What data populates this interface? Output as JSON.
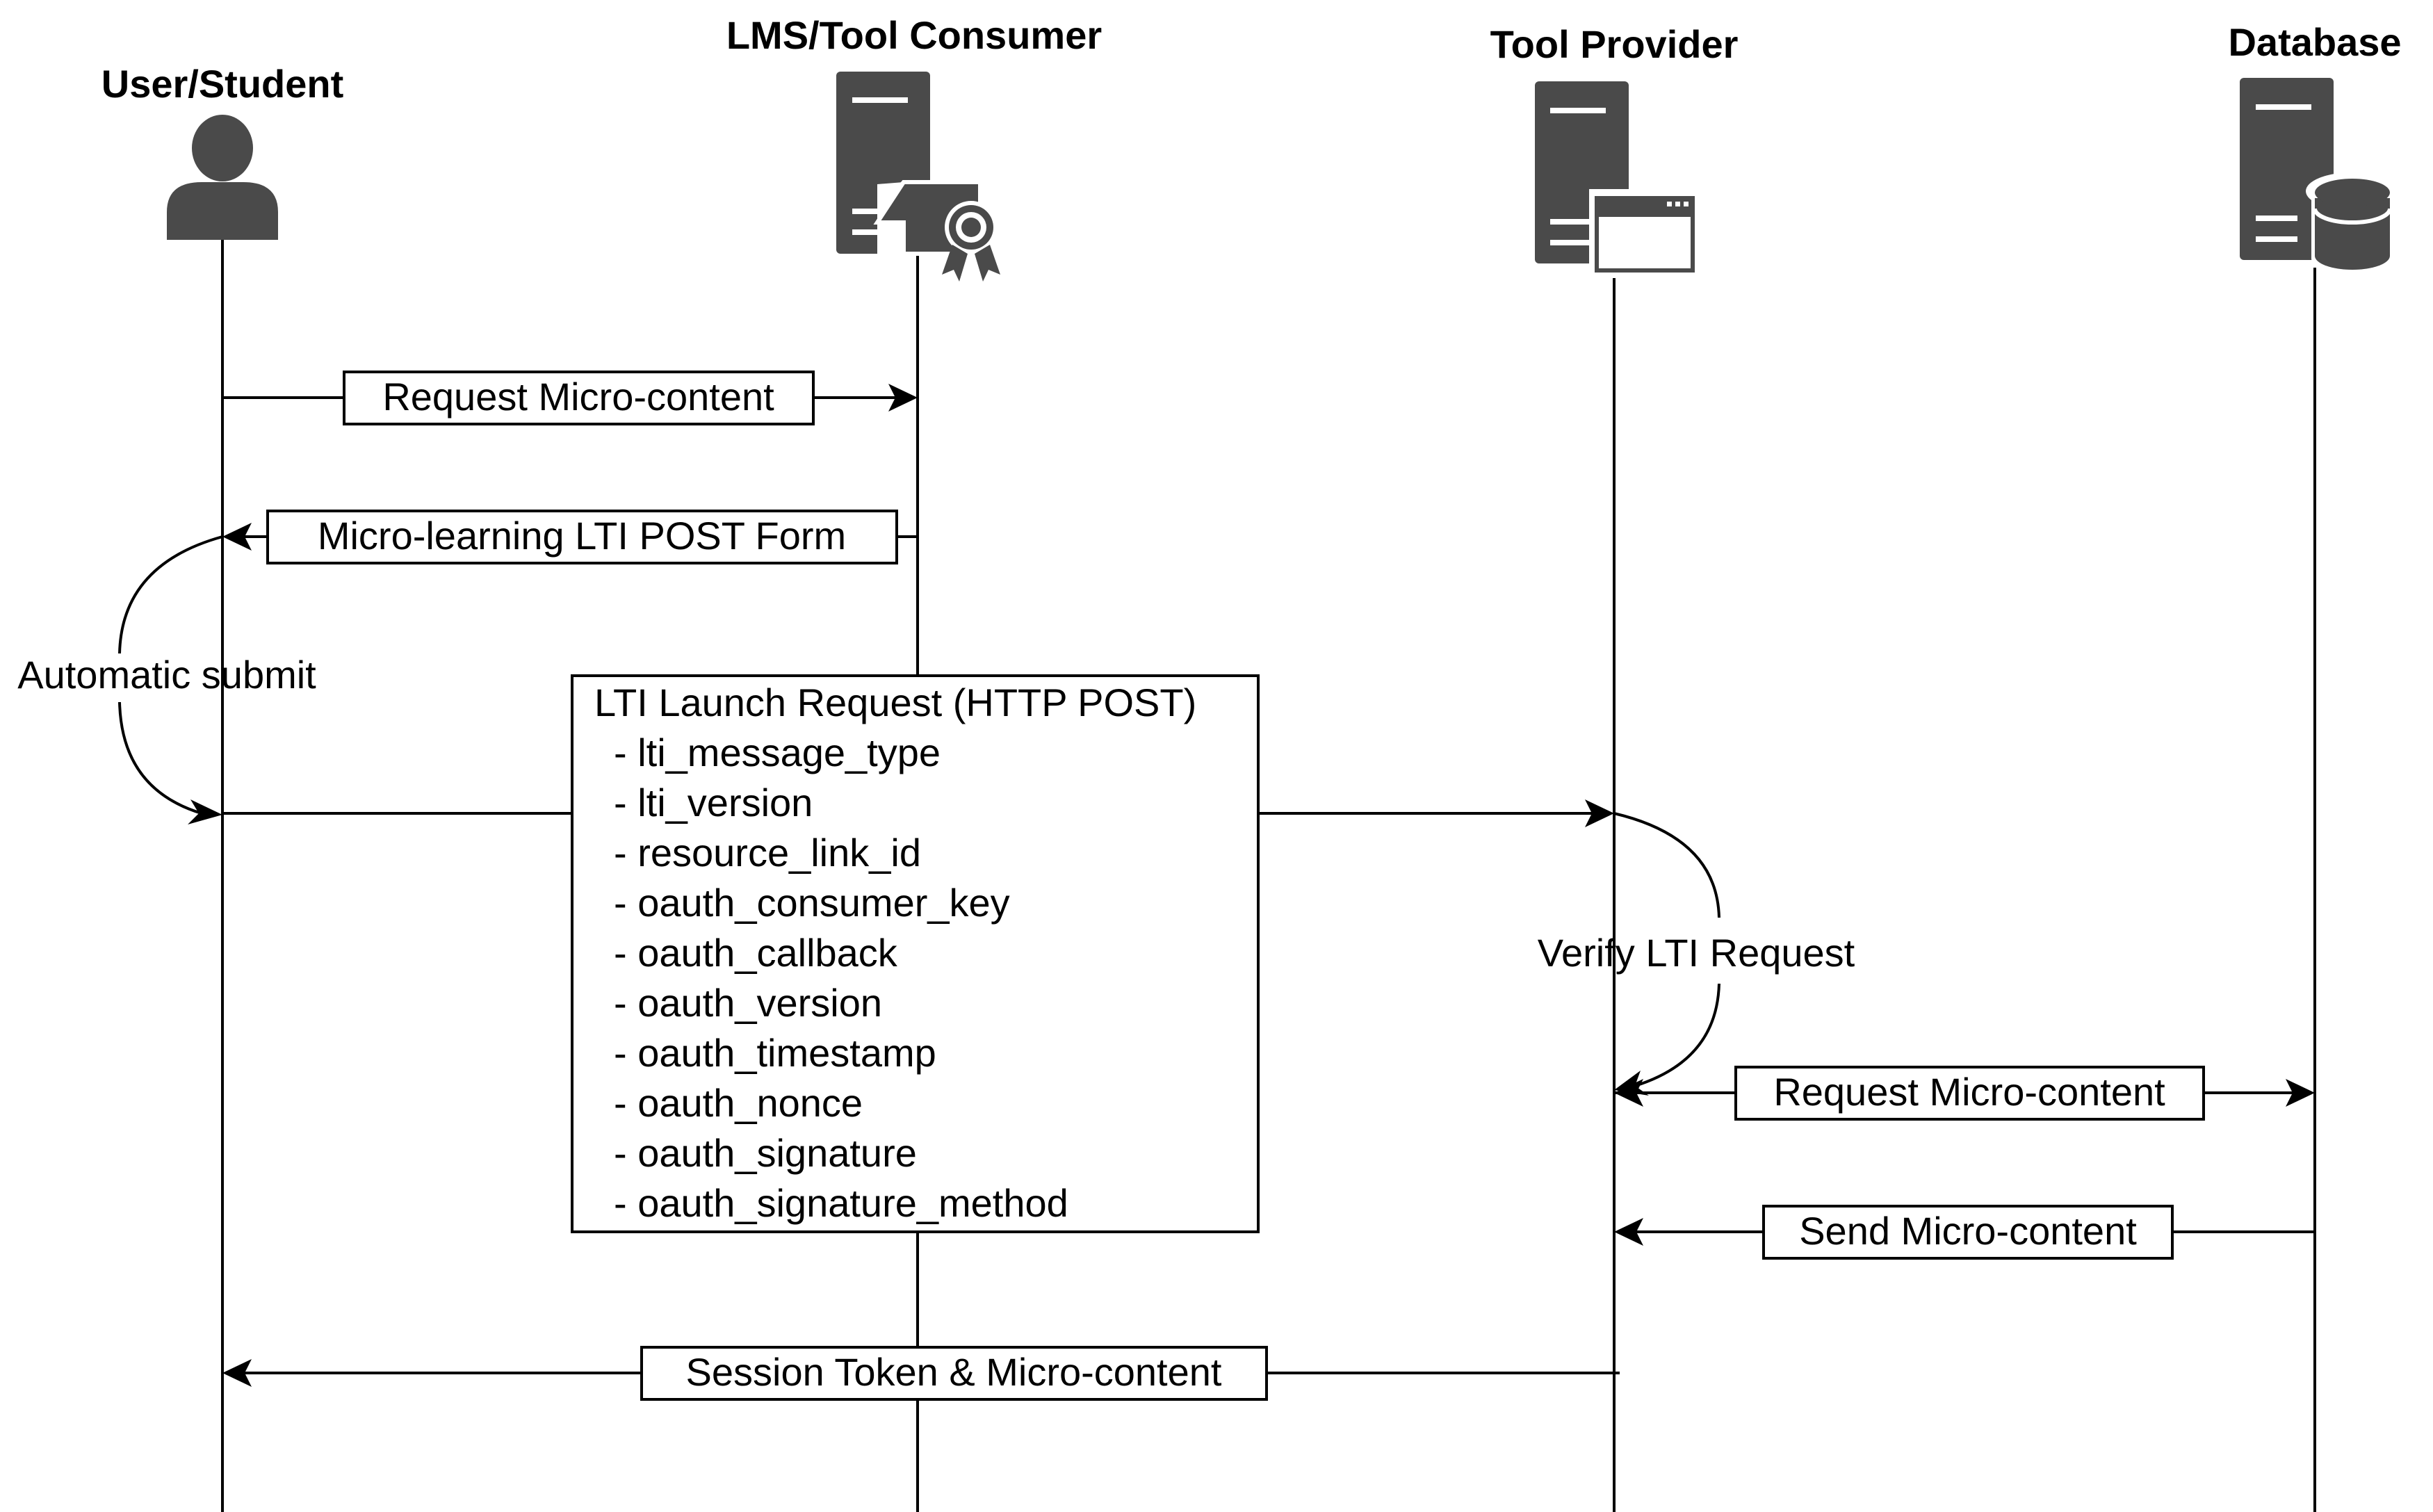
{
  "actors": [
    {
      "id": "user",
      "title": "User/Student",
      "icon": "user-icon"
    },
    {
      "id": "lms",
      "title": "LMS/Tool Consumer",
      "icon": "certificate-server-icon"
    },
    {
      "id": "provider",
      "title": "Tool Provider",
      "icon": "web-server-icon"
    },
    {
      "id": "database",
      "title": "Database",
      "icon": "database-server-icon"
    }
  ],
  "messages": [
    {
      "id": "request-micro-content-1",
      "label": "Request Micro-content",
      "from": "User/Student",
      "to": "LMS/Tool Consumer"
    },
    {
      "id": "lti-post-form",
      "label": "Micro-learning LTI POST Form",
      "from": "LMS/Tool Consumer",
      "to": "User/Student"
    },
    {
      "id": "lti-launch",
      "label": "LTI Launch Request (HTTP POST)",
      "from": "User/Student",
      "to": "Tool Provider"
    },
    {
      "id": "request-micro-content-2",
      "label": "Request Micro-content",
      "from": "Tool Provider",
      "to": "Database"
    },
    {
      "id": "send-micro-content",
      "label": "Send Micro-content",
      "from": "Database",
      "to": "Tool Provider"
    },
    {
      "id": "session-token",
      "label": "Session Token & Micro-content",
      "from": "Tool Provider",
      "to": "User/Student"
    }
  ],
  "launch_params": [
    "- lti_message_type",
    "- lti_version",
    "- resource_link_id",
    "- oauth_consumer_key",
    "- oauth_callback",
    "- oauth_version",
    "- oauth_timestamp",
    "- oauth_nonce",
    "- oauth_signature",
    "- oauth_signature_method"
  ],
  "self_notes": [
    {
      "id": "automatic-submit",
      "label": "Automatic submit",
      "actor": "User/Student"
    },
    {
      "id": "verify-lti",
      "label": "Verify LTI Request",
      "actor": "Tool Provider"
    }
  ]
}
